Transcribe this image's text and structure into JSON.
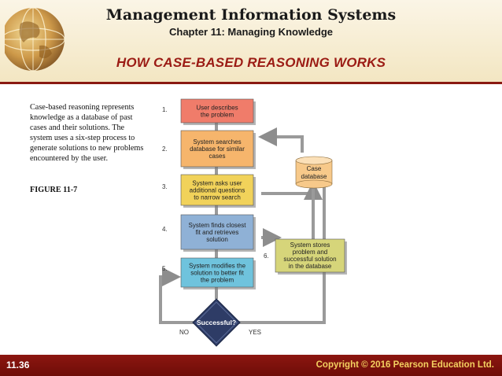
{
  "header": {
    "title": "Management Information Systems",
    "subtitle": "Chapter 11: Managing Knowledge",
    "slide_heading": "HOW CASE-BASED REASONING WORKS"
  },
  "caption": {
    "text": "Case-based reasoning represents knowledge as a database of past cases and their solutions. The system uses a six-step process to generate solutions to new problems encountered by the user.",
    "figure_label": "FIGURE 11-7"
  },
  "diagram": {
    "steps": [
      {
        "number": "1.",
        "lines": [
          "User describes",
          "the problem"
        ],
        "color": "#f07c6a"
      },
      {
        "number": "2.",
        "lines": [
          "System searches",
          "database for similar",
          "cases"
        ],
        "color": "#f6b56c"
      },
      {
        "number": "3.",
        "lines": [
          "System asks user",
          "additional questions",
          "to narrow search"
        ],
        "color": "#f1d25a"
      },
      {
        "number": "4.",
        "lines": [
          "System finds closest",
          "fit and retrieves",
          "solution"
        ],
        "color": "#8fb1d6"
      },
      {
        "number": "5.",
        "lines": [
          "System modifies the",
          "solution to better fit",
          "the problem"
        ],
        "color": "#6fc3dd"
      }
    ],
    "step6": {
      "number": "6.",
      "lines": [
        "System stores",
        "problem and",
        "successful solution",
        "in the database"
      ],
      "color": "#d6d57a"
    },
    "database": {
      "lines": [
        "Case",
        "database"
      ],
      "color": "#f7c98a"
    },
    "decision": {
      "label": "Successful?",
      "color": "#2e3c66"
    },
    "no_label": "NO",
    "yes_label": "YES"
  },
  "footer": {
    "slide_number": "11.36",
    "copyright": "Copyright © 2016 Pearson Education Ltd."
  }
}
